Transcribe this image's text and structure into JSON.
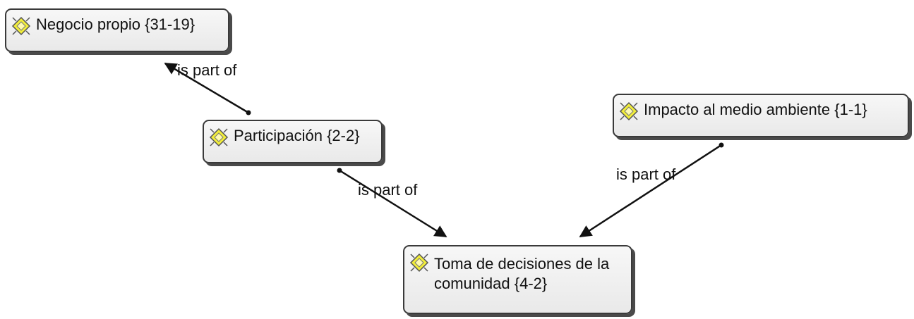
{
  "nodes": {
    "negocio": {
      "label": "Negocio propio {31-19}",
      "icon": "code-diamond-icon"
    },
    "participacion": {
      "label": "Participación {2-2}",
      "icon": "code-diamond-icon"
    },
    "impacto": {
      "label": "Impacto al medio ambiente {1-1}",
      "icon": "code-diamond-icon"
    },
    "toma": {
      "label": "Toma de decisiones de la\ncomunidad {4-2}",
      "icon": "code-diamond-icon"
    }
  },
  "edges": [
    {
      "from": "Participación {2-2}",
      "to": "Negocio propio {31-19}",
      "label": "is part of"
    },
    {
      "from": "Participación {2-2}",
      "to": "Toma de decisiones de la comunidad {4-2}",
      "label": "is part of"
    },
    {
      "from": "Impacto al medio ambiente {1-1}",
      "to": "Toma de decisiones de la comunidad {4-2}",
      "label": "is part of"
    }
  ],
  "colors": {
    "node_border": "#3a3a3a",
    "node_fill": "#efefef",
    "icon_fill": "#f2ee3a",
    "icon_outline": "#555555",
    "edge": "#111111"
  }
}
